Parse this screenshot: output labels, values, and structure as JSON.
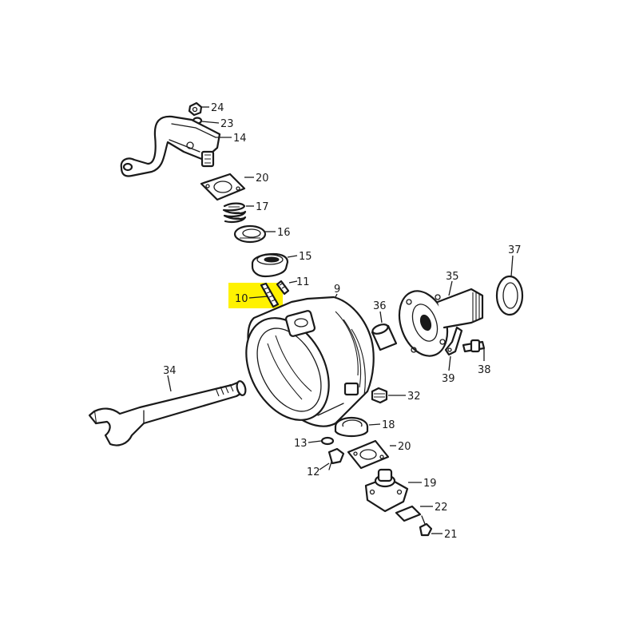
{
  "highlight_color": "#fff200",
  "callouts": {
    "c9": "9",
    "c10": "10",
    "c11": "11",
    "c12": "12",
    "c13": "13",
    "c14": "14",
    "c15": "15",
    "c16": "16",
    "c17": "17",
    "c18": "18",
    "c19": "19",
    "c20a": "20",
    "c20b": "20",
    "c21": "21",
    "c22": "22",
    "c23": "23",
    "c24": "24",
    "c32": "32",
    "c34": "34",
    "c35": "35",
    "c36": "36",
    "c37": "37",
    "c38": "38",
    "c39": "39"
  },
  "highlighted_part": "10"
}
